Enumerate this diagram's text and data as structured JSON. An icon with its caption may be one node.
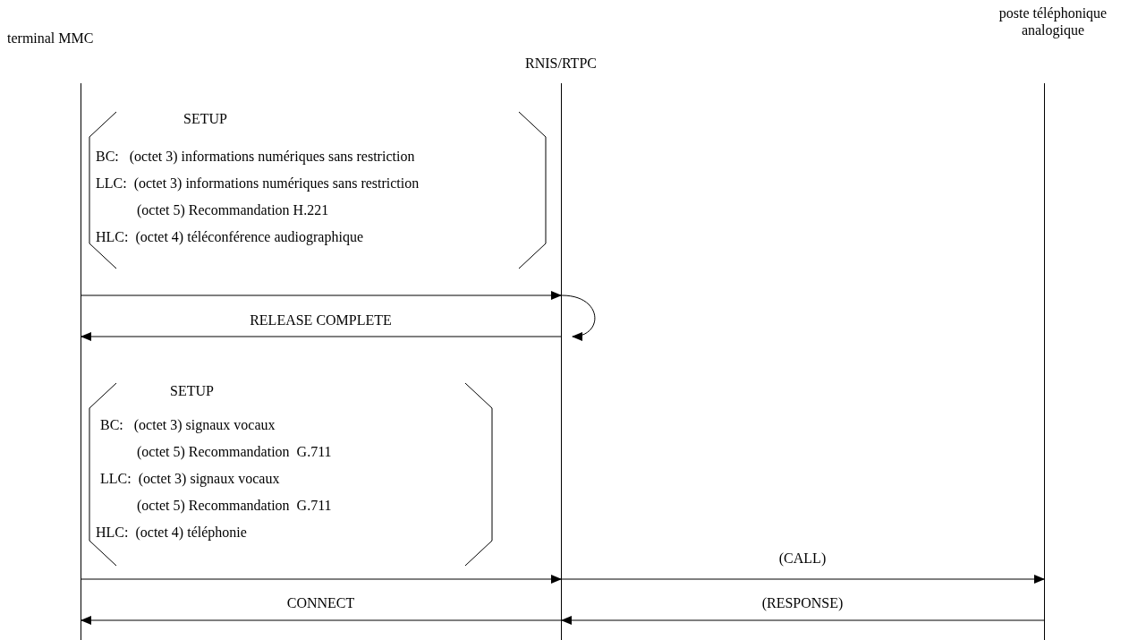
{
  "diagram": {
    "nodes": [
      {
        "text": [
          "terminal MMC"
        ]
      },
      {
        "text": [
          "RNIS/RTPC"
        ]
      },
      {
        "text": [
          "poste téléphonique analogique"
        ]
      }
    ],
    "edges": [
      {
        "from": 0,
        "to": 1,
        "arrow": "to"
      },
      {
        "from": 1,
        "to": 0,
        "arrow": "to",
        "label": "RELEASE COMPLETE"
      },
      {
        "from": 0,
        "to": 1,
        "arrow": "to"
      },
      {
        "from": 1,
        "to": 2,
        "arrow": "to",
        "label": "(CALL)"
      },
      {
        "from": 1,
        "to": 0,
        "arrow": "to",
        "label": "CONNECT"
      },
      {
        "from": 2,
        "to": 1,
        "arrow": "to",
        "label": "(RESPONSE)"
      }
    ],
    "labels": [
      "SETUP",
      "BC:   (octet 3) informations numériques sans restriction",
      "LLC:  (octet 3) informations numériques sans restriction",
      "(octet 5) Recommandation H.221",
      "HLC:  (octet 4) téléconférence audiographique",
      "SETUP",
      "BC:   (octet 3) signaux vocaux",
      "(octet 5) Recommandation  G.711",
      "LLC:  (octet 3) signaux vocaux",
      "(octet 5) Recommandation  G.711",
      "HLC:  (octet 4) téléphonie"
    ]
  }
}
